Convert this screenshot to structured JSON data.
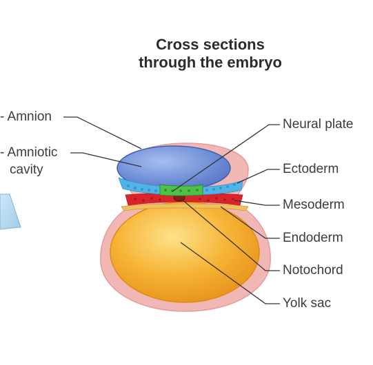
{
  "title": {
    "line1": "Cross sections",
    "line2": "through the embryo"
  },
  "left_labels": {
    "amnion": "- Amnion",
    "amniotic_line1": "- Amniotic",
    "amniotic_line2": "cavity"
  },
  "right_labels": {
    "neural_plate": "Neural plate",
    "ectoderm": "Ectoderm",
    "mesoderm": "Mesoderm",
    "endoderm": "Endoderm",
    "notochord": "Notochord",
    "yolk_sac": "Yolk sac"
  },
  "colors": {
    "outer_membrane": "#f1b7b5",
    "amniotic_cavity": "#6f8fd6",
    "ectoderm": "#52b4e6",
    "neural_plate": "#4fc04a",
    "mesoderm": "#d9242b",
    "yolk_sac": "#f3a823",
    "leader_line": "#333333"
  }
}
